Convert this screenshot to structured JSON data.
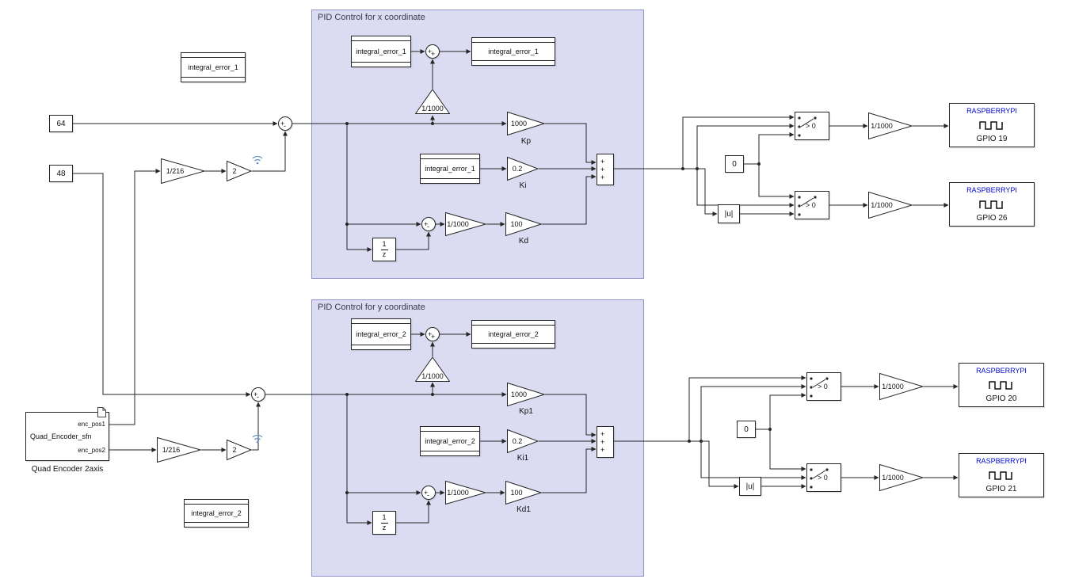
{
  "colors": {
    "background": "#ffffff",
    "region_fill": "#dbdbf2",
    "region_border": "#9393c9",
    "wire": "#262626",
    "block_border": "#262626",
    "raspberry_blue": "#0008d0"
  },
  "regions": {
    "x": "PID Control for x coordinate",
    "y": "PID Control for y coordinate"
  },
  "signs": {
    "plus": "+",
    "minus": "-"
  },
  "constants": {
    "x_ref": "64",
    "y_ref": "48",
    "zero": "0"
  },
  "gains": {
    "encoder_scale": "1/216",
    "double": "2",
    "integrator": "1/1000",
    "kp_value": "1000",
    "ki_value": "0.2",
    "kd_value": "100",
    "derivative_scale": "1/1000",
    "output_scale": "1/1000"
  },
  "gain_labels": {
    "kp": "Kp",
    "ki": "Ki",
    "kd": "Kd",
    "kp1": "Kp1",
    "ki1": "Ki1",
    "kd1": "Kd1"
  },
  "data_stores": {
    "x": "integral_error_1",
    "y": "integral_error_2"
  },
  "unit_delay": {
    "num": "1",
    "den": "z"
  },
  "abs_label": "|u|",
  "switch_criteria": "> 0",
  "encoder": {
    "name": "Quad_Encoder_sfn",
    "port1": "enc_pos1",
    "port2": "enc_pos2",
    "caption": "Quad Encoder 2axis"
  },
  "outputs": {
    "brand": "RASPBERRYPI",
    "gpio19": "GPIO 19",
    "gpio26": "GPIO 26",
    "gpio20": "GPIO 20",
    "gpio21": "GPIO 21"
  }
}
